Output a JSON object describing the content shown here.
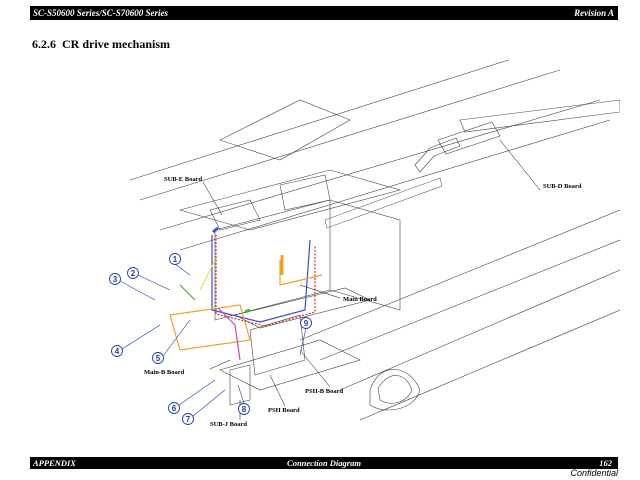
{
  "header": {
    "left": "SC-S50600 Series/SC-S70600 Series",
    "right": "Revision A"
  },
  "section": {
    "number": "6.2.6",
    "title": "CR drive mechanism"
  },
  "figure": {
    "labels": {
      "sub_e": "SUB-E Board",
      "sub_d": "SUB-D Board",
      "main": "Main Board",
      "main_b": "Main-B Board",
      "psh_b": "PSH-B Board",
      "psh": "PSH Board",
      "sub_j": "SUB-J Board"
    },
    "callouts": [
      "1",
      "2",
      "3",
      "4",
      "5",
      "6",
      "7",
      "8",
      "9"
    ]
  },
  "footer": {
    "left": "APPENDIX",
    "center": "Connection Diagram",
    "page": "162"
  },
  "confidential": "Confidential",
  "colors": {
    "bar": "#000000",
    "callout": "#1a3faa",
    "cable_blue": "#3a4fd6",
    "cable_red": "#d43030",
    "cable_orange": "#f0a020",
    "cable_green": "#3fb040",
    "cable_magenta": "#d040c0",
    "cable_yellow": "#e8e040"
  }
}
